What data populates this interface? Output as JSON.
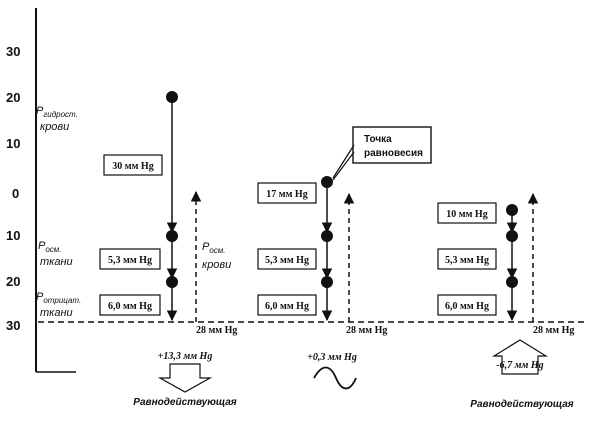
{
  "axis": {
    "ticks": [
      "30",
      "20",
      "10",
      "0",
      "10",
      "20",
      "30"
    ]
  },
  "left_labels": {
    "hydro_main": "P",
    "hydro_sub": "гидрост.",
    "hydro_line2": "крови",
    "osm_main": "P",
    "osm_sub": "осм.",
    "osm_line2": "ткани",
    "neg_main": "P",
    "neg_sub": "отрицат.",
    "neg_line2": "ткани"
  },
  "column1": {
    "boxes": [
      "30 мм Hg",
      "5,3 мм Hg",
      "6,0 мм Hg"
    ],
    "blood_osm_main": "P",
    "blood_osm_sub": "осм.",
    "blood_osm_line2": "крови",
    "baseline_label": "28 мм Hg",
    "result": "+13,3 мм Hg",
    "bottom_label": "Равнодействующая"
  },
  "column2": {
    "boxes": [
      "17 мм Hg",
      "5,3 мм Hg",
      "6,0 мм Hg"
    ],
    "baseline_label": "28 мм Hg",
    "result": "+0,3 мм Hg",
    "callout_line1": "Точка",
    "callout_line2": "равновесия"
  },
  "column3": {
    "boxes": [
      "10 мм Hg",
      "5,3 мм Hg",
      "6,0 мм Hg"
    ],
    "baseline_label": "28 мм Hg",
    "result": "-6,7 мм Hg",
    "bottom_label": "Равнодействующая"
  },
  "colors": {
    "ink": "#111111",
    "background": "#ffffff"
  }
}
